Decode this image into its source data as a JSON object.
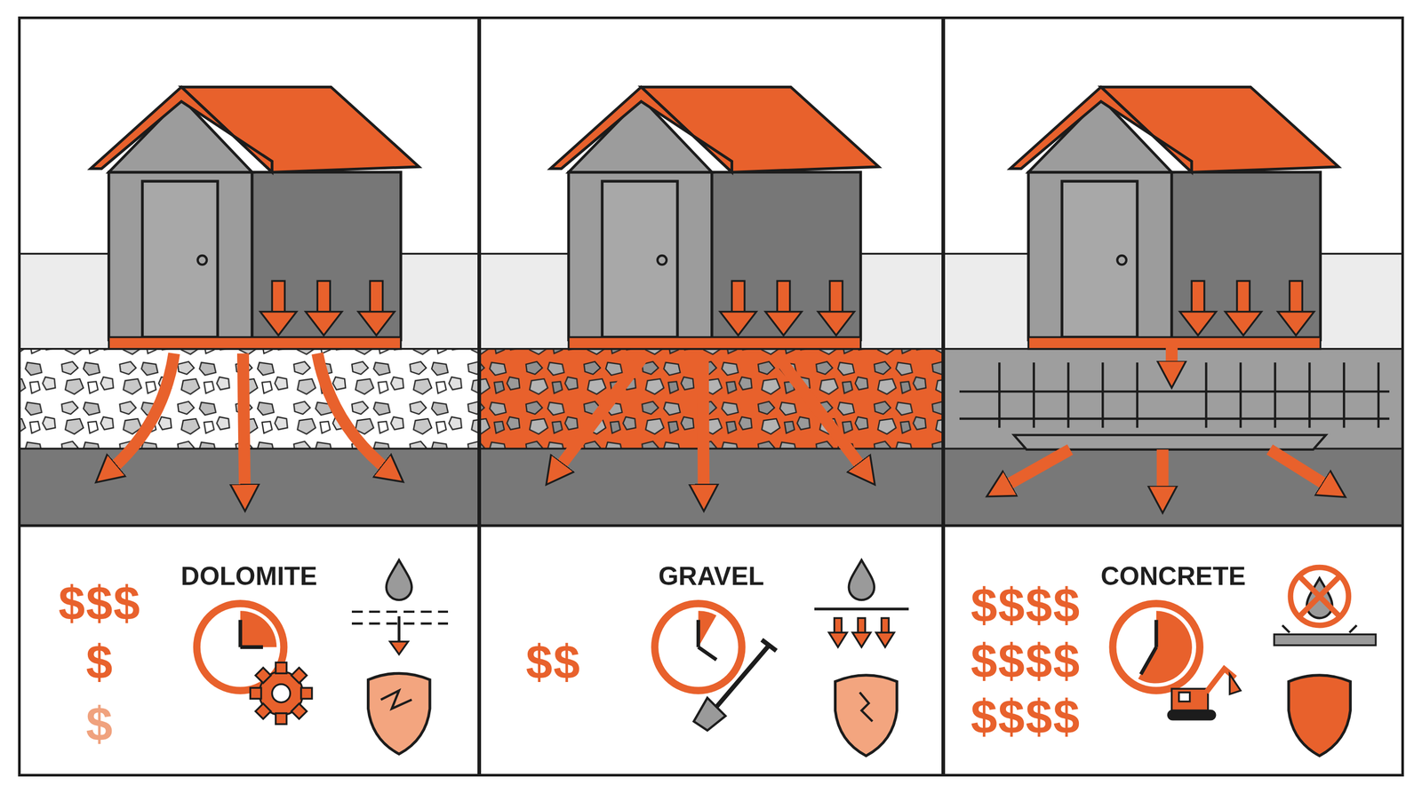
{
  "diagram": {
    "nodes": [
      {
        "text": [
          "DOLOMITE"
        ]
      },
      {
        "text": [
          "GRAVEL"
        ]
      },
      {
        "text": [
          "CONCRETE"
        ]
      }
    ],
    "labels": [
      "$$$",
      "$",
      "$",
      "$$",
      "$$$$",
      "$$$$",
      "$$$$"
    ]
  }
}
